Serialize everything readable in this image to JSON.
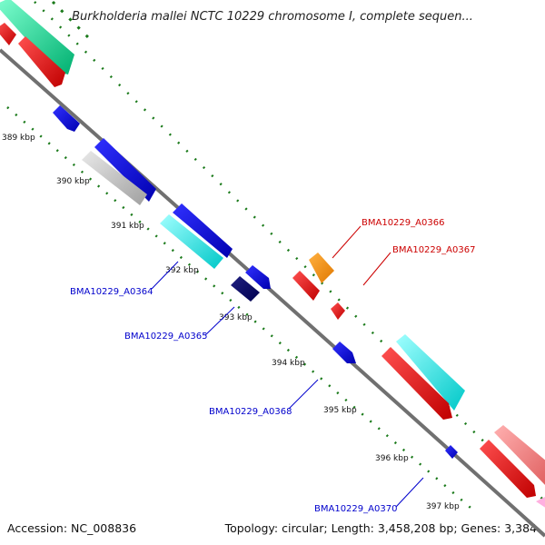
{
  "title": "Burkholderia mallei NCTC 10229 chromosome I, complete sequen...",
  "footer": {
    "accession": "Accession: NC_008836",
    "summary": "Topology: circular; Length: 3,458,208 bp; Genes: 3,384"
  },
  "ticks": [
    "389 kbp",
    "390 kbp",
    "391 kbp",
    "392 kbp",
    "393 kbp",
    "394 kbp",
    "395 kbp",
    "396 kbp",
    "397 kbp"
  ],
  "labels": {
    "a0364": "BMA10229_A0364",
    "a0365": "BMA10229_A0365",
    "a0366": "BMA10229_A0366",
    "a0367": "BMA10229_A0367",
    "a0368": "BMA10229_A0368",
    "a0370": "BMA10229_A0370"
  },
  "colors": {
    "blue_label": "#0000cc",
    "red_label": "#cc0000",
    "backbone": "#808080",
    "tick_green": "#1a7a1a"
  }
}
